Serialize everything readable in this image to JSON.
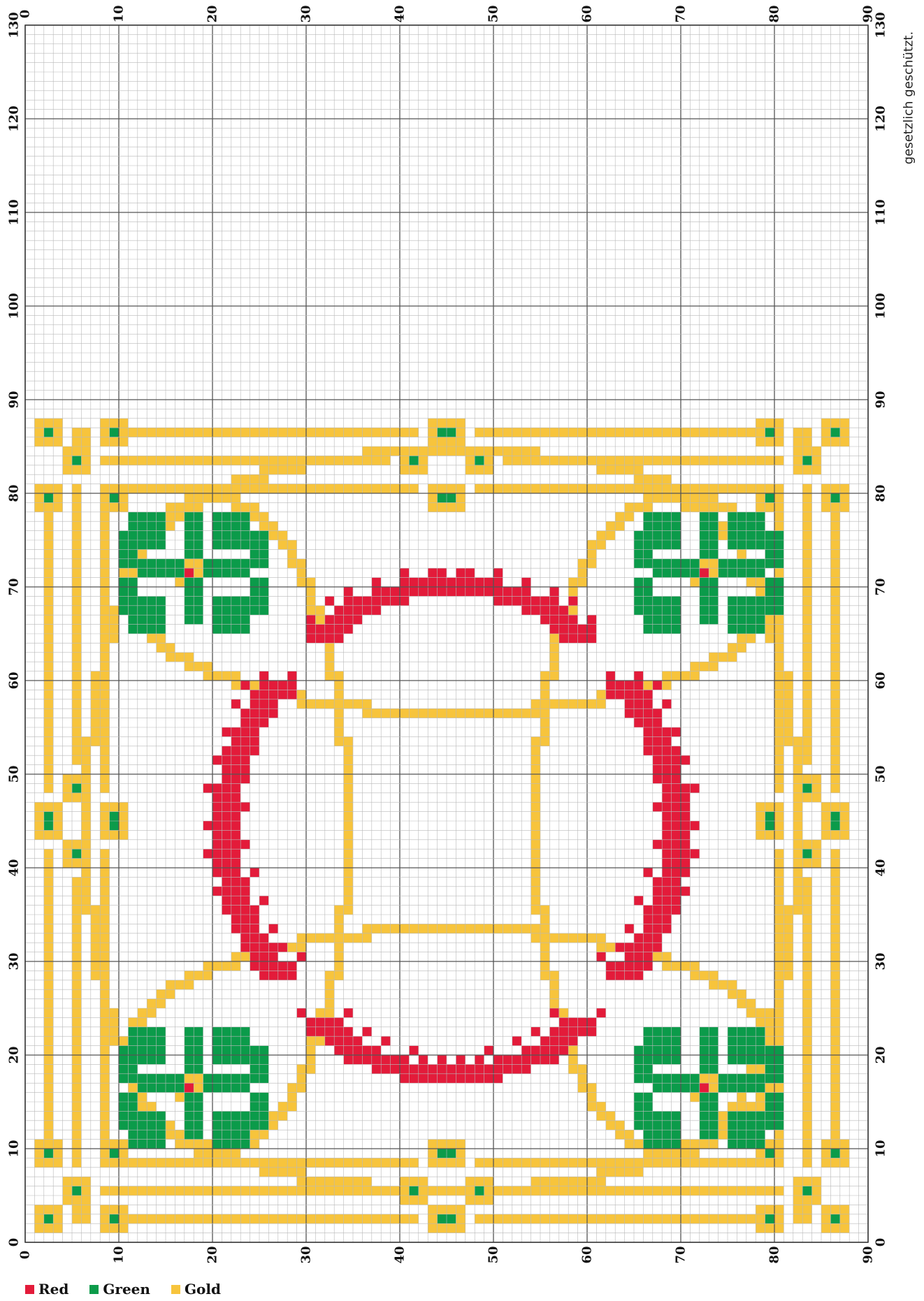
{
  "grid": {
    "columns": 90,
    "rows": 130,
    "tick_step": 10,
    "x_ticks": [
      0,
      10,
      20,
      30,
      40,
      50,
      60,
      70,
      80,
      90
    ],
    "y_ticks": [
      0,
      10,
      20,
      30,
      40,
      50,
      60,
      70,
      80,
      90,
      100,
      110,
      120,
      130
    ]
  },
  "colors": {
    "red": "#e31b3a",
    "green": "#0b9b4a",
    "gold": "#f7c43c",
    "major_line": "#555555",
    "minor_line": "#b9b9b9"
  },
  "side_note": "gesetzlich geschützt.",
  "legend": [
    {
      "label": "Red",
      "color": "#e31b3a"
    },
    {
      "label": "Green",
      "color": "#0b9b4a"
    },
    {
      "label": "Gold",
      "color": "#f7c43c"
    }
  ]
}
